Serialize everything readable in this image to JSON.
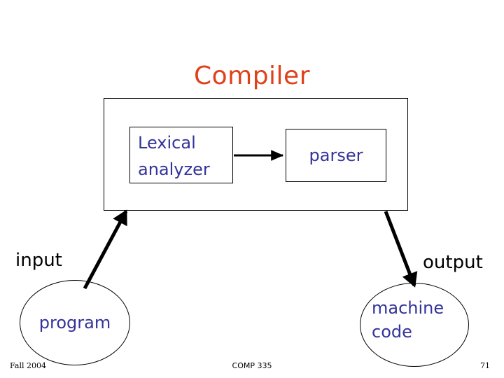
{
  "slide": {
    "title": "Compiler",
    "title_color": "#E0401B",
    "node_text_color": "#33339A",
    "label_color": "#000000",
    "stroke_color": "#000000",
    "background": "#ffffff"
  },
  "compiler": {
    "container_name": "Compiler",
    "stages": [
      {
        "id": "lexical-analyzer",
        "line1": "Lexical",
        "line2": "analyzer"
      },
      {
        "id": "parser",
        "label": "parser"
      }
    ],
    "internal_arrow": {
      "from": "lexical-analyzer",
      "to": "parser"
    }
  },
  "io": {
    "input_label": "input",
    "output_label": "output",
    "source": {
      "id": "program",
      "label": "program"
    },
    "target": {
      "id": "machine-code",
      "line1": "machine",
      "line2": "code"
    },
    "input_arrow": {
      "from": "program",
      "to": "Compiler"
    },
    "output_arrow": {
      "from": "Compiler",
      "to": "machine-code"
    }
  },
  "footer": {
    "date": "Fall 2004",
    "course": "COMP 335",
    "page": "71"
  }
}
